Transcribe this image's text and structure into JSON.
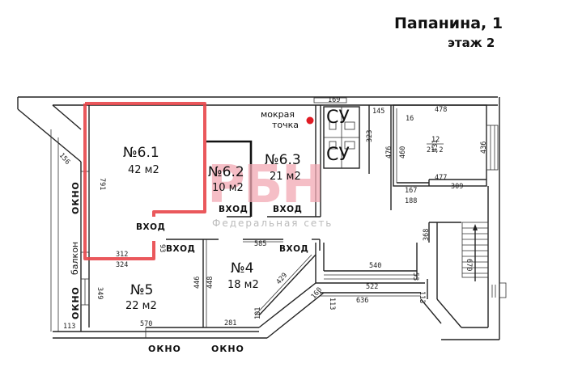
{
  "header": {
    "address": "Папанина, 1",
    "floor": "этаж 2"
  },
  "watermark": {
    "logo": "РБН",
    "subtitle": "Федеральная сеть",
    "color": "#f2a9b4"
  },
  "highlight_color": "#e8464a",
  "wet_point": {
    "label_line1": "мокрая",
    "label_line2": "точка",
    "marker_color": "#e01b24"
  },
  "rooms": [
    {
      "id": "6.1",
      "number": "№6.1",
      "area": "42 м2"
    },
    {
      "id": "6.2",
      "number": "№6.2",
      "area": "10 м2"
    },
    {
      "id": "6.3",
      "number": "№6.3",
      "area": "21 м2"
    },
    {
      "id": "4",
      "number": "№4",
      "area": "18 м2"
    },
    {
      "id": "5",
      "number": "№5",
      "area": "22 м2"
    }
  ],
  "bathrooms": [
    "СУ",
    "СУ"
  ],
  "room12": {
    "number": "12",
    "area": "21,2"
  },
  "labels": {
    "entrance": "ВХОД",
    "window": "ОКНО",
    "balcony": "балкон"
  },
  "dimensions": {
    "d156": "156",
    "d791": "791",
    "d312": "312",
    "d324": "324",
    "d93": "93",
    "d349": "349",
    "d113a": "113",
    "d570": "570",
    "d446": "446",
    "d448": "448",
    "d585": "585",
    "d281": "281",
    "d429": "429",
    "d101": "101",
    "d160": "160",
    "d113b": "113",
    "d540": "540",
    "d522": "522",
    "d636": "636",
    "d53": "53",
    "d113c": "113",
    "d169": "169",
    "d145": "145",
    "d323": "323",
    "d476": "476",
    "d460": "460",
    "d478": "478",
    "d16": "16",
    "d431": "431",
    "d436": "436",
    "d477": "477",
    "d309": "309",
    "d167": "167",
    "d188": "188",
    "d368": "368",
    "d670": "670"
  }
}
